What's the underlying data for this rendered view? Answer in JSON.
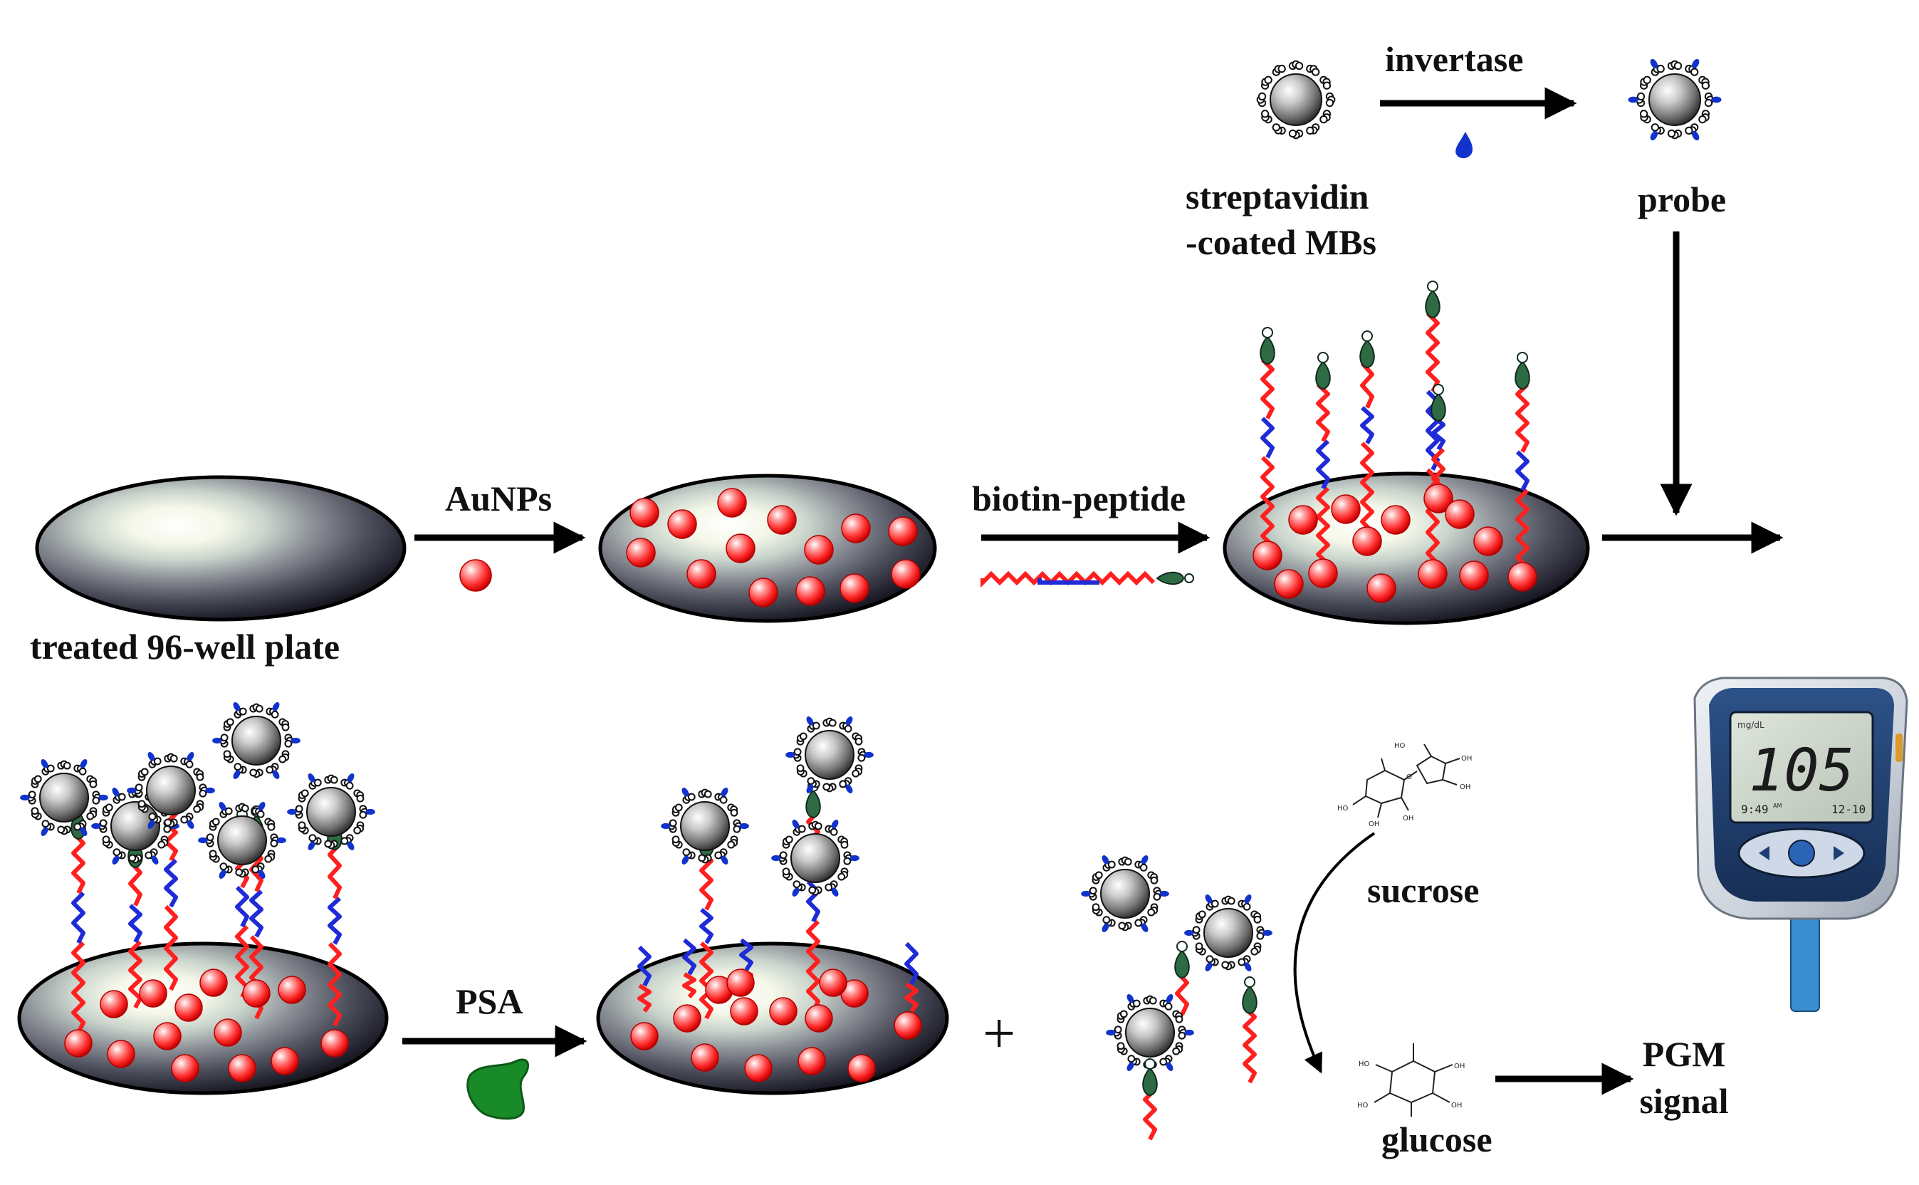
{
  "colors": {
    "accent_red": "#ff1f1f",
    "peptide_blue": "#1f2bd6",
    "biotin_green": "#2e6b45",
    "psa_green": "#1a8a2a",
    "invertase_blue": "#1133cc",
    "plate_dark": "#141420",
    "meter_blue": "#1f3f73"
  },
  "icons": {
    "plate": "well-plate-disc",
    "aunp": "gold-nanoparticle-sphere",
    "mb": "streptavidin-magnetic-bead",
    "psa": "psa-antigen-shape",
    "meter": "glucose-meter"
  },
  "labels": {
    "treated_plate": "treated  96-well plate",
    "aunps": "AuNPs",
    "biotin_peptide": "biotin-peptide",
    "invertase": "invertase",
    "mbs_line1": "streptavidin",
    "mbs_line2": "-coated MBs",
    "probe": "probe",
    "psa": "PSA",
    "plus": "+",
    "sucrose": "sucrose",
    "glucose": "glucose",
    "pgm_line1": "PGM",
    "pgm_line2": "signal"
  },
  "meter": {
    "unit": "mg/dL",
    "reading": "105",
    "time": "9:49",
    "time_suffix": "AM",
    "date": "12-10"
  },
  "sugars": {
    "oh": "OH",
    "ho": "HO",
    "o": "O"
  }
}
